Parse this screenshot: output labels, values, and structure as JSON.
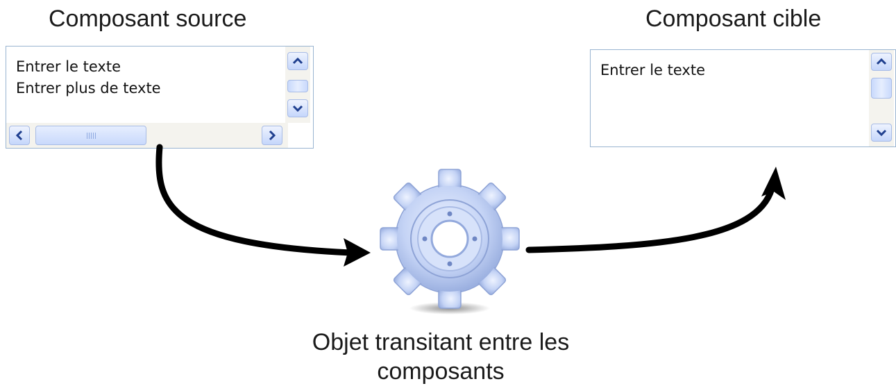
{
  "source": {
    "title": "Composant source",
    "lines": [
      "Entrer le texte",
      "Entrer plus de texte"
    ]
  },
  "target": {
    "title": "Composant cible",
    "lines": [
      "Entrer le texte"
    ]
  },
  "center": {
    "label_line1": "Objet transitant entre les",
    "label_line2": "composants"
  },
  "icons": {
    "gear": "gear-icon",
    "scroll_up": "chevron-up-icon",
    "scroll_down": "chevron-down-icon",
    "scroll_left": "chevron-left-icon",
    "scroll_right": "chevron-right-icon"
  },
  "colors": {
    "border": "#99b4d1",
    "scroll_track": "#f4f3ee",
    "scroll_button": "#c5d6fb",
    "arrow": "#000000",
    "gear": "#b8c8ee"
  }
}
